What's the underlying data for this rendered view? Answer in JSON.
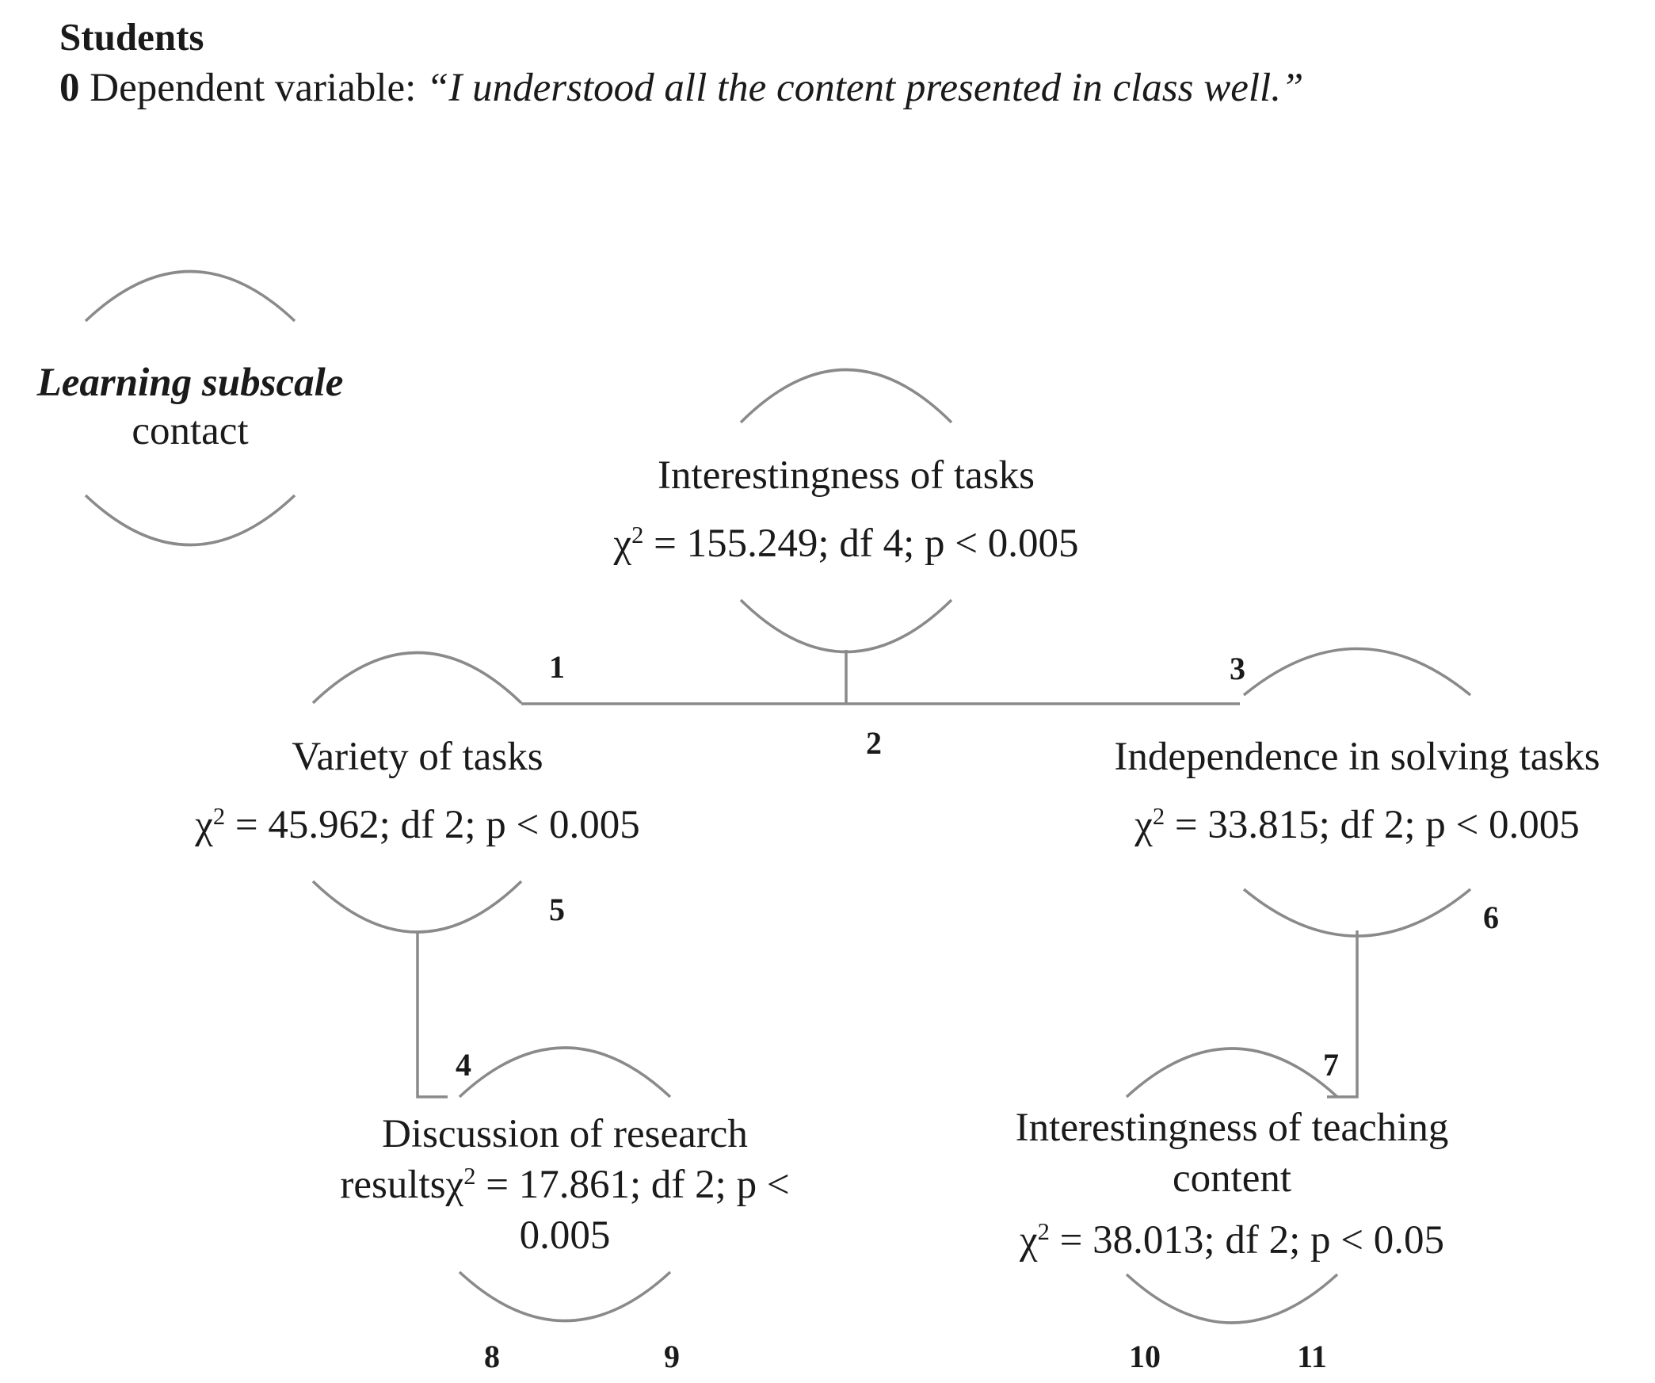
{
  "header": {
    "title": "Students",
    "dependent_number": "0",
    "dependent_prefix": "Dependent variable:",
    "dependent_quote": "“I understood all the content presented in class well.”"
  },
  "subscale": {
    "title": "Learning subscale",
    "subtitle": "contact"
  },
  "nodes": {
    "interestingness_tasks": {
      "name": "Interestingness of tasks",
      "stat_chi": "χ",
      "stat_sup": "2",
      "stat_rest": " = 155.249; df 4; p < 0.005"
    },
    "variety_tasks": {
      "name": "Variety of tasks",
      "stat_chi": "χ",
      "stat_sup": "2",
      "stat_rest": " = 45.962; df 2; p < 0.005"
    },
    "independence": {
      "name": "Independence in solving tasks",
      "stat_chi": "χ",
      "stat_sup": "2",
      "stat_rest": " = 33.815; df 2; p < 0.005"
    },
    "discussion": {
      "line1": "Discussion of research",
      "line2_prefix": "resultsχ",
      "stat_sup": "2",
      "line2_rest": " = 17.861; df 2; p <",
      "line3": "0.005"
    },
    "interestingness_content": {
      "line1": "Interestingness of teaching",
      "line2": "content",
      "stat_chi": "χ",
      "stat_sup": "2",
      "stat_rest": " = 38.013; df 2; p < 0.05"
    }
  },
  "node_numbers": {
    "n1": "1",
    "n2": "2",
    "n3": "3",
    "n4": "4",
    "n5": "5",
    "n6": "6",
    "n7": "7",
    "n8": "8",
    "n9": "9",
    "n10": "10",
    "n11": "11"
  },
  "colors": {
    "text": "#1a1a1a",
    "lines": "#8a8a8a",
    "background": "#ffffff"
  }
}
